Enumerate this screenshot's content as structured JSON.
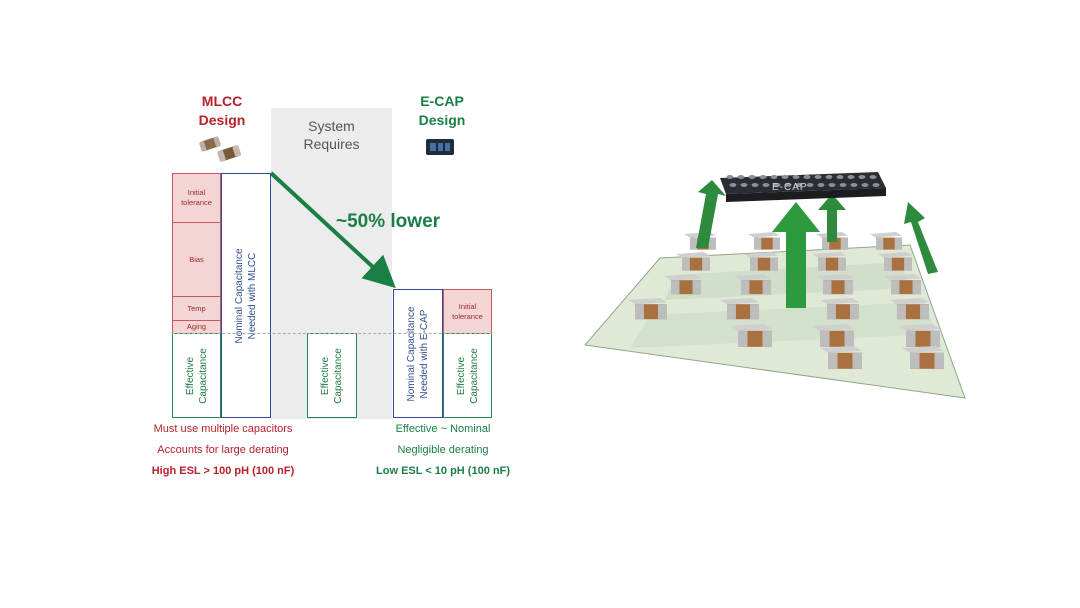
{
  "mlcc": {
    "title_line1": "MLCC",
    "title_line2": "Design",
    "stack_labels": {
      "initial_tolerance": "Initial tolerance",
      "bias": "Bias",
      "temp": "Temp",
      "aging": "Aging"
    },
    "effective_label": "Effective Capacitance",
    "nominal_label_line1": "Nominal Capacitance",
    "nominal_label_line2": "Needed with MLCC",
    "captions": {
      "line1": "Must use multiple capacitors",
      "line2": "Accounts for large derating",
      "line3": "High ESL > 100 pH (100 nF)"
    }
  },
  "system": {
    "title_line1": "System",
    "title_line2": "Requires",
    "effective_label": "Effective Capacitance"
  },
  "ecap": {
    "title_line1": "E-CAP",
    "title_line2": "Design",
    "nominal_label_line1": "Nominal Capacitance",
    "nominal_label_line2": "Needed with E-CAP",
    "initial_tolerance": "Initial tolerance",
    "effective_label": "Effective Capacitance",
    "captions": {
      "line1": "Effective ~ Nominal",
      "line2": "Negligible derating",
      "line3": "Low ESL < 10 pH (100 nF)"
    }
  },
  "arrow_label": "~50% lower",
  "board": {
    "chip_label": "E-CAP"
  },
  "colors": {
    "mlcc_red": "#b8202a",
    "ecap_green": "#1a7f46",
    "nominal_blue": "#2f4f99",
    "derating_fill": "#f3d6d4",
    "pcb_green": "#dfe9d6",
    "arrow_green": "#1f8a3c"
  }
}
